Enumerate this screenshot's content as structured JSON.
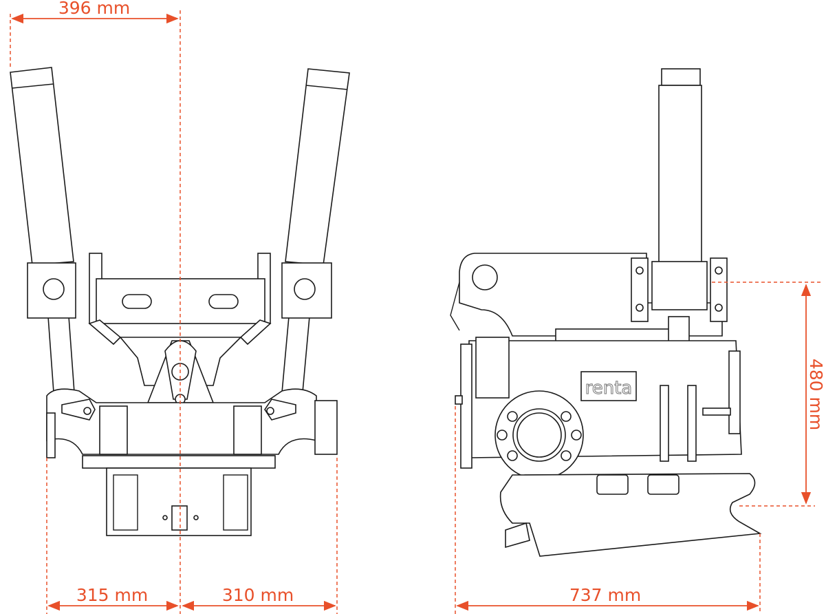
{
  "dimensions": {
    "top_width": "396 mm",
    "bottom_left": "315 mm",
    "bottom_right": "310 mm",
    "side_length": "737 mm",
    "side_height": "480 mm"
  },
  "logo": "renta",
  "colors": {
    "dimension": "#e8502a",
    "line": "#1a1a1a"
  }
}
